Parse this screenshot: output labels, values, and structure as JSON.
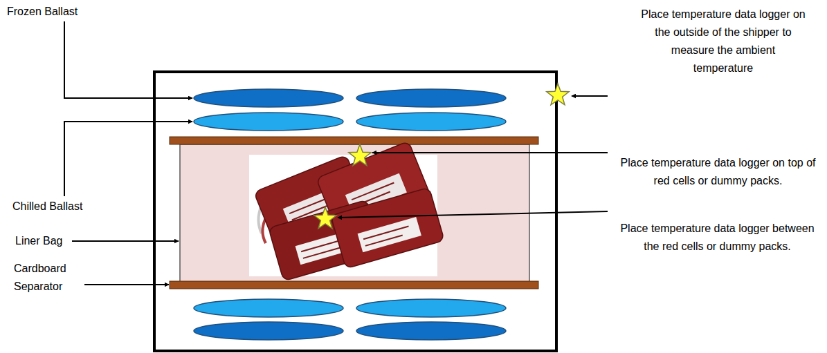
{
  "diagram": {
    "labels": [
      "Frozen Ballast",
      "Place temperature data logger on the outside of the shipper to measure the ambient temperature",
      "Place temperature data logger on top of red cells or dummy packs.",
      "Place temperature data logger between the red cells or dummy packs.",
      "Chilled Ballast",
      "Liner Bag",
      "Cardboard Separator"
    ]
  }
}
